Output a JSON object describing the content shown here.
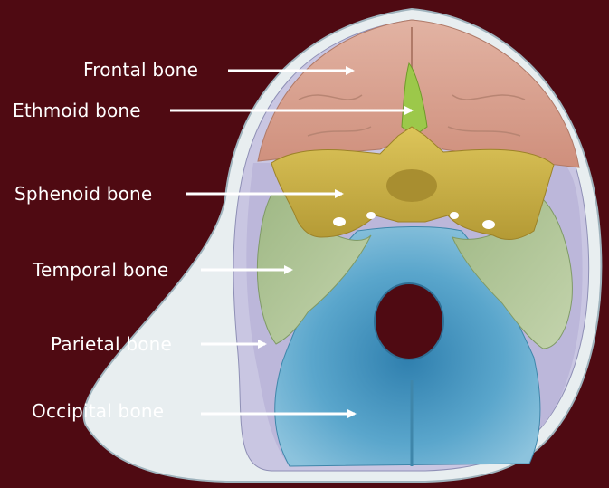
{
  "diagram": {
    "labels": {
      "frontal": "Frontal bone",
      "ethmoid": "Ethmoid bone",
      "sphenoid": "Sphenoid bone",
      "temporal": "Temporal bone",
      "parietal": "Parietal bone",
      "occipital": "Occipital bone"
    },
    "colors": {
      "background": "#4f0a12",
      "frontal": "#d9a08e",
      "ethmoid": "#9cc84a",
      "sphenoid": "#c9b24a",
      "temporal": "#a8bf8e",
      "parietal": "#b9b4d6",
      "occipital": "#5fa8cc",
      "skull_rim": "#dfe6ea",
      "arrow": "#ffffff"
    }
  }
}
